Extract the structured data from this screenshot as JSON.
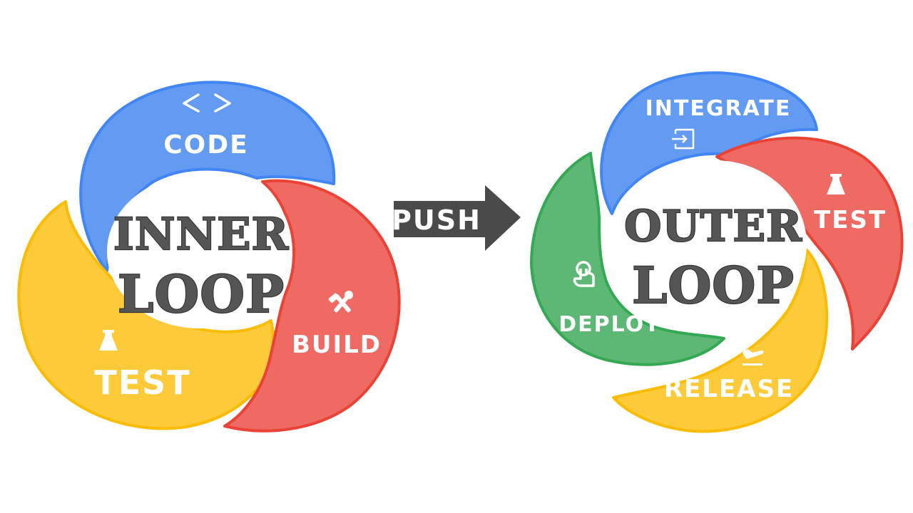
{
  "colors": {
    "blue_fill": "#639bf2",
    "blue_stroke": "#4285f4",
    "red_fill": "#ee6a63",
    "red_stroke": "#ea4335",
    "yellow_fill": "#fdca3a",
    "yellow_stroke": "#fbbc05",
    "green_fill": "#5cb874",
    "green_stroke": "#34a853",
    "arrow_fill": "#4a4a4a",
    "center_fill": "#ffffff",
    "title_text": "#4d4d4d",
    "label_text": "#ffffff"
  },
  "inner_loop": {
    "title_line1": "INNER",
    "title_line2": "LOOP",
    "segments": [
      {
        "label": "CODE",
        "icon": "code-brackets-icon",
        "color": "blue"
      },
      {
        "label": "BUILD",
        "icon": "hammer-wrench-icon",
        "color": "red"
      },
      {
        "label": "TEST",
        "icon": "flask-icon",
        "color": "yellow"
      }
    ]
  },
  "push_arrow": {
    "label": "PUSH",
    "icon": "arrow-right-icon"
  },
  "outer_loop": {
    "title_line1": "OUTER",
    "title_line2": "LOOP",
    "segments": [
      {
        "label": "INTEGRATE",
        "icon": "sign-in-icon",
        "color": "blue"
      },
      {
        "label": "TEST",
        "icon": "flask-icon",
        "color": "red"
      },
      {
        "label": "RELEASE",
        "icon": "airplane-departure-icon",
        "color": "yellow"
      },
      {
        "label": "DEPLOY",
        "icon": "touch-hand-icon",
        "color": "green"
      }
    ]
  }
}
